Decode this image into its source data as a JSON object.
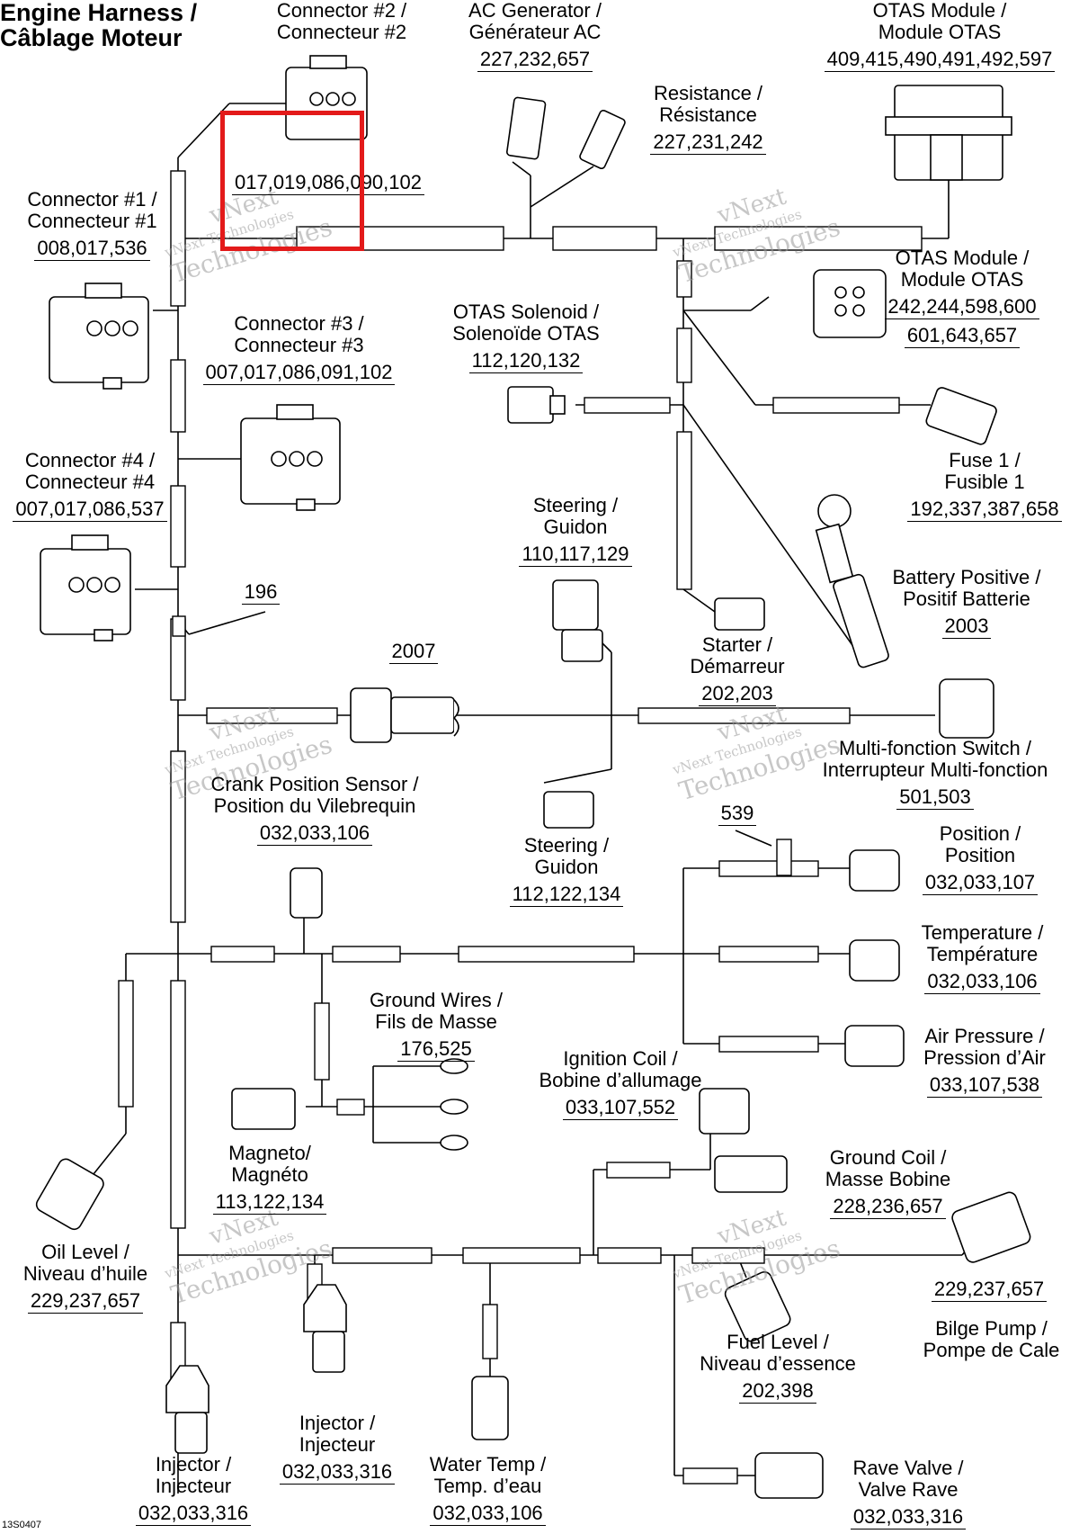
{
  "title": "Engine Harness /\nCâblage Moteur",
  "figure_code": "13S0407",
  "watermark": {
    "line1": "vNext",
    "line2": "vNext Technologies",
    "line3": "Technologies"
  },
  "highlight_color": "#e31a1a",
  "labels": [
    {
      "id": "connector-2",
      "text": "Connector #2 /\nConnecteur #2",
      "parts": "017,019,086,090,102"
    },
    {
      "id": "ac-generator",
      "text": "AC Generator /\nGénérateur AC",
      "parts": "227,232,657"
    },
    {
      "id": "otas-module-top",
      "text": "OTAS Module /\nModule OTAS",
      "parts": "409,415,490,491,492,597"
    },
    {
      "id": "resistance",
      "text": "Resistance /\nRésistance",
      "parts": "227,231,242"
    },
    {
      "id": "connector-1",
      "text": "Connector #1 /\nConnecteur #1",
      "parts": "008,017,536"
    },
    {
      "id": "otas-module-right",
      "text": "OTAS Module /\nModule OTAS",
      "parts": "242,244,598,600",
      "parts2": "601,643,657"
    },
    {
      "id": "connector-3",
      "text": "Connector #3 /\nConnecteur #3",
      "parts": "007,017,086,091,102"
    },
    {
      "id": "otas-solenoid",
      "text": "OTAS Solenoid /\nSolenoïde OTAS",
      "parts": "112,120,132"
    },
    {
      "id": "fuse-1",
      "text": "Fuse 1 /\nFusible 1",
      "parts": "192,337,387,658"
    },
    {
      "id": "connector-4",
      "text": "Connector #4 /\nConnecteur #4",
      "parts": "007,017,086,537"
    },
    {
      "id": "steering-top",
      "text": "Steering /\nGuidon",
      "parts": "110,117,129"
    },
    {
      "id": "battery-positive",
      "text": "Battery Positive /\nPositif Batterie",
      "parts": "2003"
    },
    {
      "id": "ref-196",
      "text": "",
      "parts": "196"
    },
    {
      "id": "ref-2007",
      "text": "",
      "parts": "2007"
    },
    {
      "id": "starter",
      "text": "Starter /\nDémarreur",
      "parts": "202,203"
    },
    {
      "id": "multi-function-switch",
      "text": "Multi-fonction Switch /\nInterrupteur Multi-fonction",
      "parts": "501,503"
    },
    {
      "id": "crank-position-sensor",
      "text": "Crank Position Sensor /\nPosition du Vilebrequin",
      "parts": "032,033,106"
    },
    {
      "id": "ref-539",
      "text": "",
      "parts": "539"
    },
    {
      "id": "steering-mid",
      "text": "Steering /\nGuidon",
      "parts": "112,122,134"
    },
    {
      "id": "position",
      "text": "Position /\nPosition",
      "parts": "032,033,107"
    },
    {
      "id": "temperature",
      "text": "Temperature /\nTempérature",
      "parts": "032,033,106"
    },
    {
      "id": "ground-wires",
      "text": "Ground Wires /\nFils de Masse",
      "parts": "176,525"
    },
    {
      "id": "air-pressure",
      "text": "Air Pressure /\nPression d’Air",
      "parts": "033,107,538"
    },
    {
      "id": "ignition-coil",
      "text": "Ignition Coil /\nBobine d’allumage",
      "parts": "033,107,552"
    },
    {
      "id": "magneto",
      "text": "Magneto/\nMagnéto",
      "parts": "113,122,134"
    },
    {
      "id": "ground-coil",
      "text": "Ground Coil /\nMasse Bobine",
      "parts": "228,236,657"
    },
    {
      "id": "oil-level",
      "text": "Oil Level /\nNiveau d’huile",
      "parts": "229,237,657"
    },
    {
      "id": "bilge-pump-parts",
      "text": "",
      "parts": "229,237,657"
    },
    {
      "id": "bilge-pump",
      "text": "Bilge Pump /\nPompe de Cale",
      "parts": ""
    },
    {
      "id": "fuel-level",
      "text": "Fuel Level /\nNiveau d’essence",
      "parts": "202,398"
    },
    {
      "id": "injector-right",
      "text": "Injector /\nInjecteur",
      "parts": "032,033,316"
    },
    {
      "id": "injector-left",
      "text": "Injector /\nInjecteur",
      "parts": "032,033,316"
    },
    {
      "id": "water-temp",
      "text": "Water Temp /\nTemp. d’eau",
      "parts": "032,033,106"
    },
    {
      "id": "rave-valve",
      "text": "Rave Valve /\nValve Rave",
      "parts": "032,033,316"
    }
  ]
}
